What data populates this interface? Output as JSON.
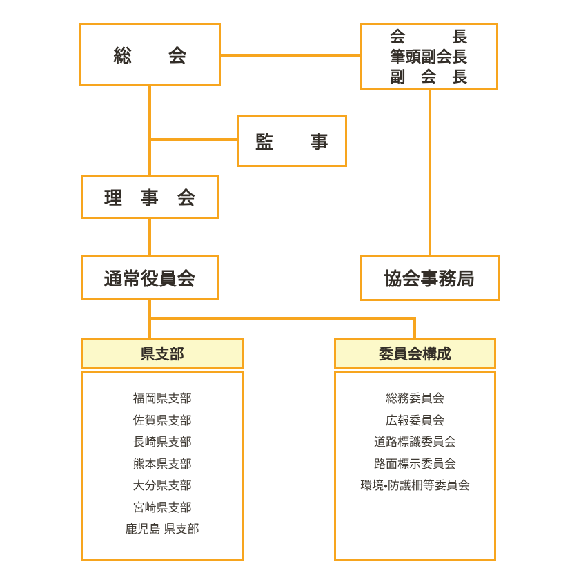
{
  "colors": {
    "accent_orange": "#F7A51E",
    "panel_header_fill": "#FCF9C9",
    "label_text": "#332E28",
    "item_text": "#3F3A33"
  },
  "nodes": {
    "soukai": {
      "label": "総　　会"
    },
    "kaichou": {
      "line1": "会　　　長",
      "line2": "筆頭副会長",
      "line3": "副　会　長"
    },
    "kanji": {
      "label": "監　　事"
    },
    "rijikai": {
      "label": "理　事　会"
    },
    "tsuujou": {
      "label": "通常役員会"
    },
    "jimukyoku": {
      "label": "協会事務局"
    }
  },
  "panels": {
    "kenshibu": {
      "header": "県支部",
      "items": [
        "福岡県支部",
        "佐賀県支部",
        "長崎県支部",
        "熊本県支部",
        "大分県支部",
        "宮崎県支部",
        "鹿児島 県支部"
      ]
    },
    "iinkai": {
      "header": "委員会構成",
      "items": [
        "総務委員会",
        "広報委員会",
        "道路標識委員会",
        "路面標示委員会",
        "環境・防護柵等委員会"
      ]
    }
  }
}
